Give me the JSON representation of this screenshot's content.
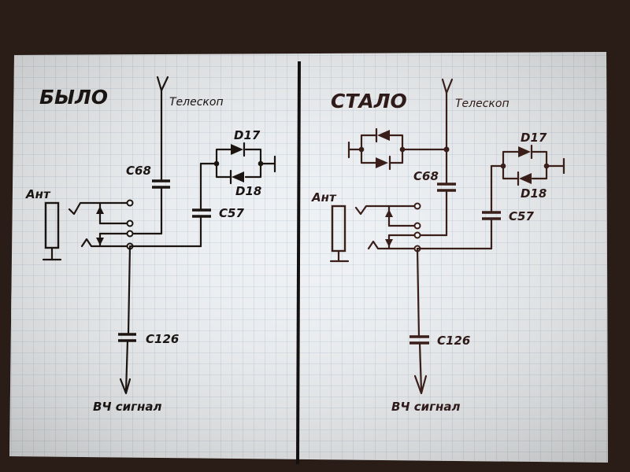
{
  "photo": {
    "description": "Hand-drawn circuit schematic on grid paper comparing before and after modification",
    "colors": {
      "background": "#2a1c16",
      "paper": "#eef1f4",
      "grid": "#b9c7d6",
      "ink": "#1c1410",
      "ink_right": "#3a1e1a"
    }
  },
  "panels": [
    {
      "id": "before",
      "title": "БЫЛО",
      "antenna_label": "Телескоп",
      "ant_label": "Ант",
      "c68": "C68",
      "c57": "C57",
      "c126": "C126",
      "d17": "D17",
      "d18": "D18",
      "output_label": "ВЧ сигнал"
    },
    {
      "id": "after",
      "title": "СТАЛО",
      "antenna_label": "Телескоп",
      "ant_label": "Ант",
      "c68": "C68",
      "c57": "C57",
      "c126": "C126",
      "d17": "D17",
      "d18": "D18",
      "output_label": "ВЧ сигнал"
    }
  ]
}
